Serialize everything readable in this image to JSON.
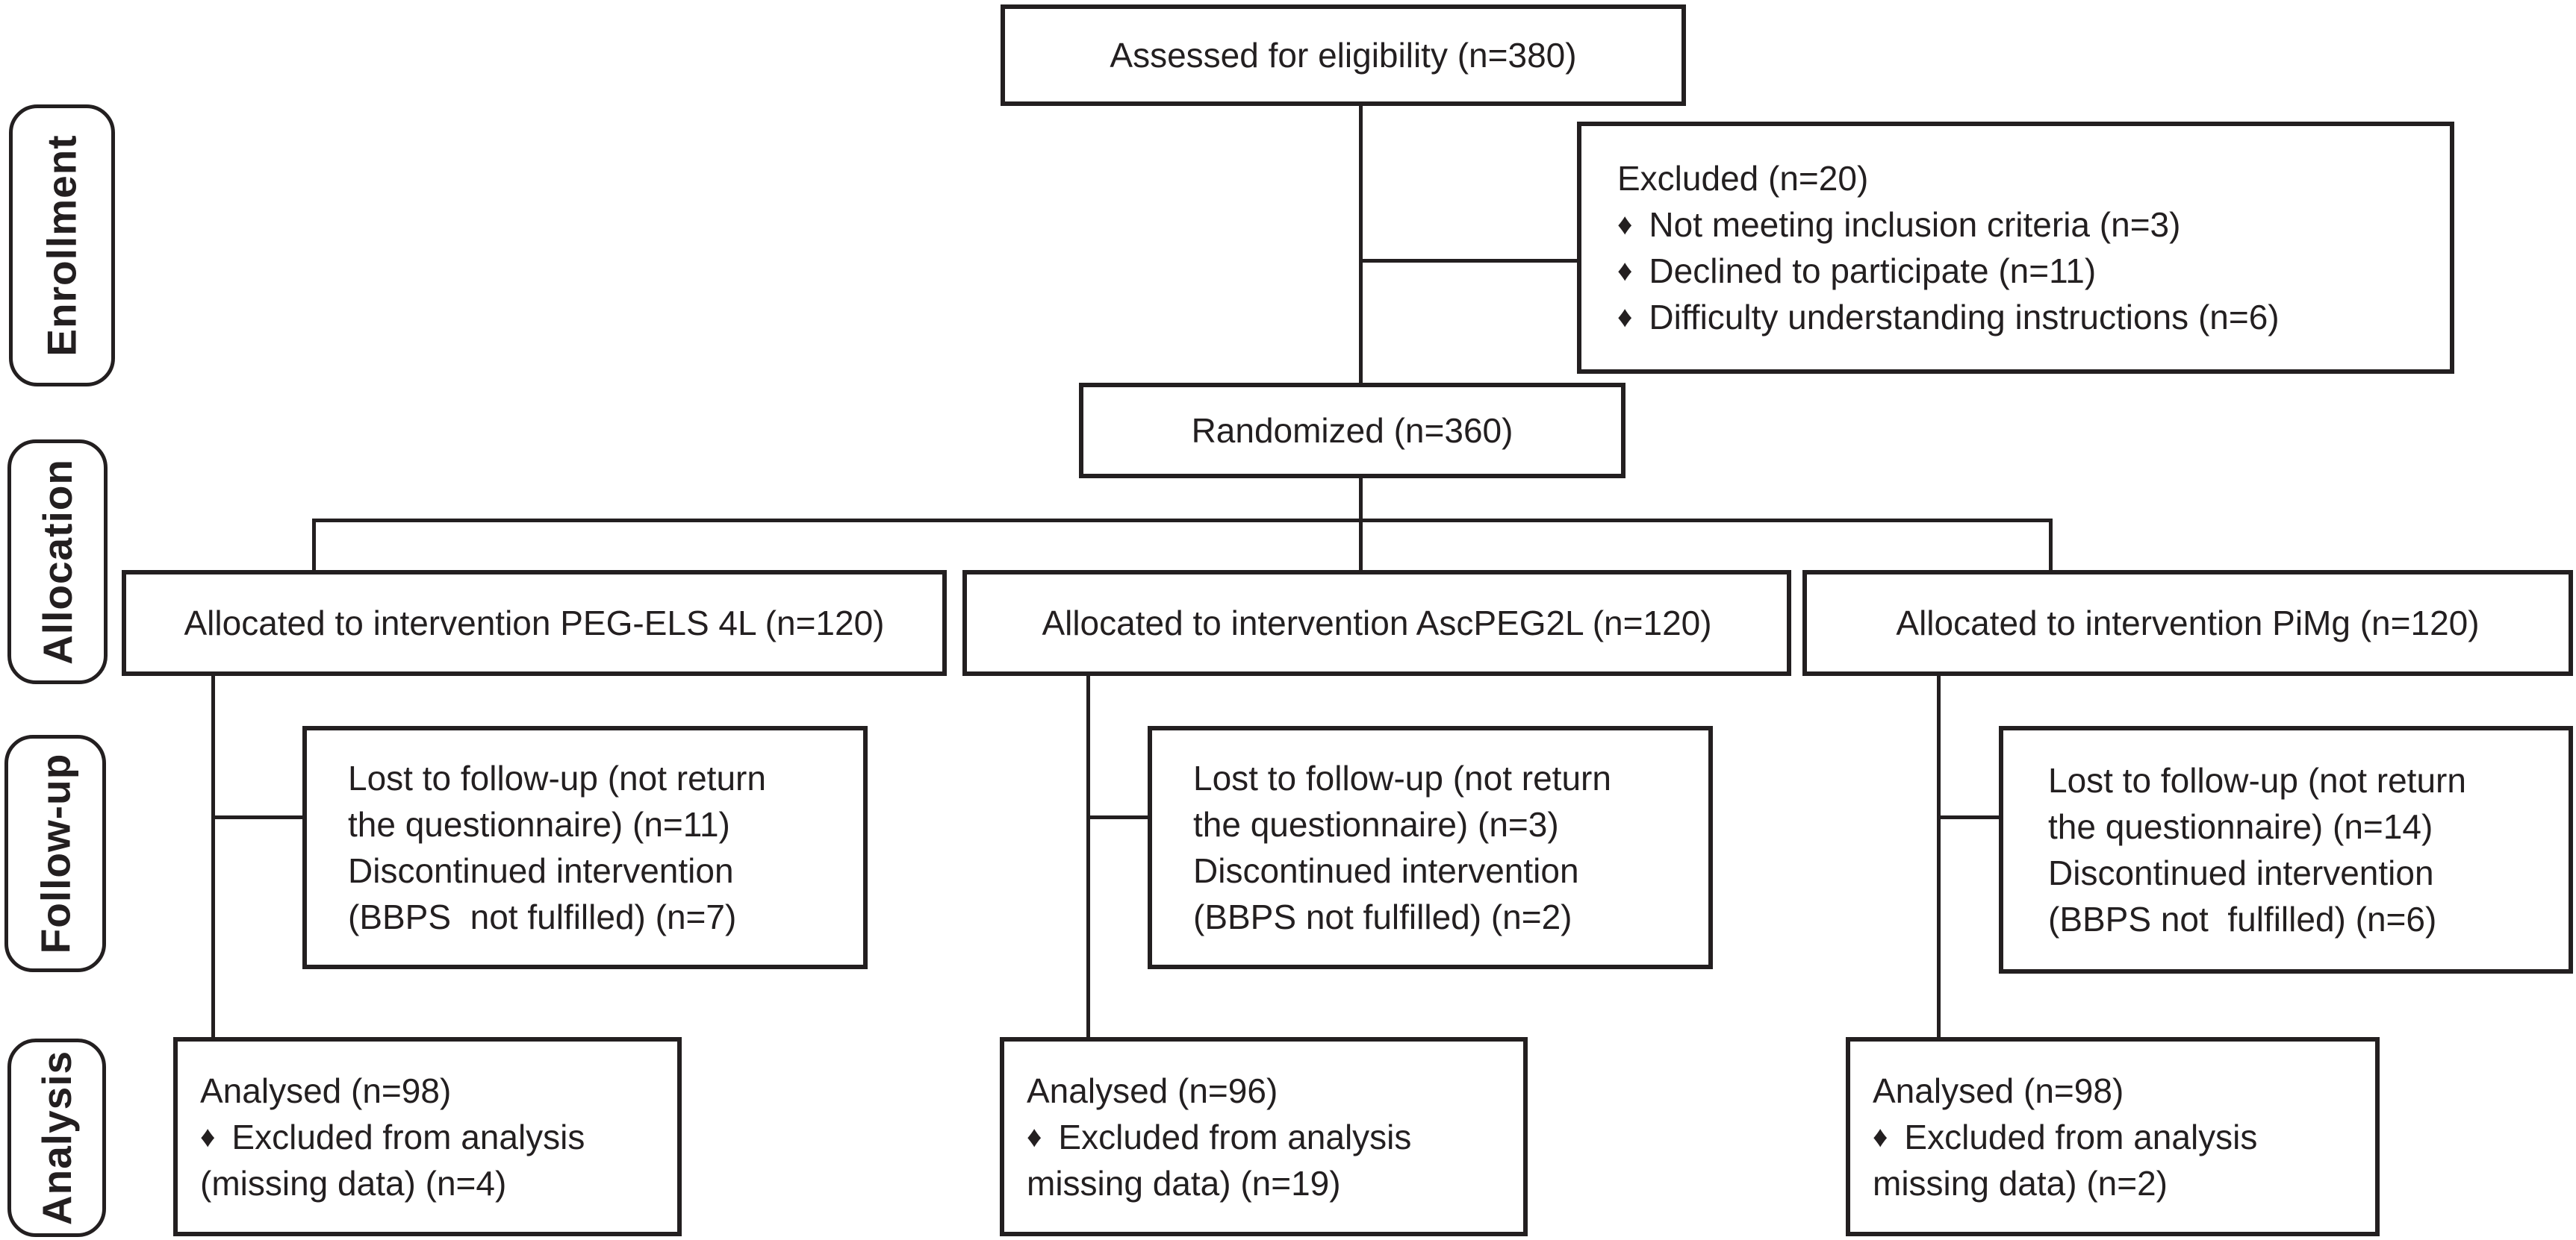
{
  "glyphs": {
    "diamond": "♦"
  },
  "stage_labels": {
    "enrollment": "Enrollment",
    "allocation": "Allocation",
    "followup": "Follow-up",
    "analysis": "Analysis"
  },
  "flow": {
    "assessed": {
      "text": "Assessed for eligibility (n=380)"
    },
    "excluded": {
      "title": "Excluded (n=20)",
      "bullets": [
        "Not meeting inclusion criteria (n=3)",
        "Declined to participate (n=11)",
        "Difficulty understanding instructions (n=6)"
      ]
    },
    "randomized": {
      "text": "Randomized (n=360)"
    },
    "arms": [
      {
        "allocated": "Allocated to intervention PEG-ELS 4L (n=120)",
        "followup_lines": [
          "Lost to follow-up (not return",
          "the questionnaire) (n=11)",
          "Discontinued intervention",
          "(BBPS  not fulfilled) (n=7)"
        ],
        "analysed": "Analysed (n=98)",
        "excluded_from_analysis": "Excluded from analysis",
        "excluded_detail": "(missing data) (n=4)"
      },
      {
        "allocated": "Allocated to intervention AscPEG2L (n=120)",
        "followup_lines": [
          "Lost to follow-up (not return",
          "the questionnaire) (n=3)",
          "Discontinued intervention",
          "(BBPS not fulfilled) (n=2)"
        ],
        "analysed": "Analysed (n=96)",
        "excluded_from_analysis": "Excluded from analysis",
        "excluded_detail": "missing data) (n=19)"
      },
      {
        "allocated": "Allocated to intervention PiMg (n=120)",
        "followup_lines": [
          "Lost to follow-up (not return",
          "the questionnaire) (n=14)",
          "Discontinued intervention",
          "(BBPS not  fulfilled) (n=6)"
        ],
        "analysed": "Analysed (n=98)",
        "excluded_from_analysis": "Excluded from analysis",
        "excluded_detail": "missing data) (n=2)"
      }
    ]
  }
}
